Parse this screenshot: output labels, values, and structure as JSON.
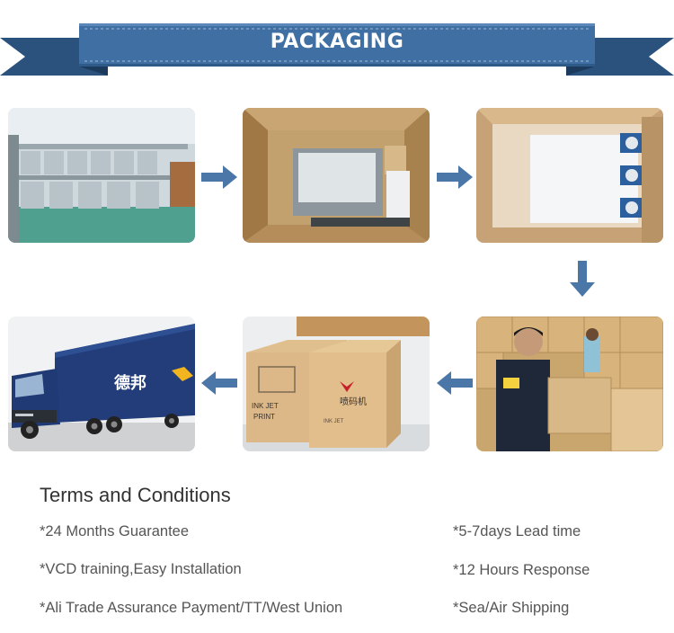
{
  "banner": {
    "title": "PACKAGING"
  },
  "photos": [
    {
      "caption": "warehouse"
    },
    {
      "caption": "machine-in-box"
    },
    {
      "caption": "foam-packed-box"
    },
    {
      "caption": "workers-packing"
    },
    {
      "caption": "boxed-machines",
      "box_text_1": "INK JET",
      "box_text_2": "PRINT",
      "box_text_3": "喷码机",
      "box_text_4": "INK JET"
    },
    {
      "caption": "truck",
      "truck_text": "德邦"
    }
  ],
  "terms": {
    "title": "Terms and Conditions",
    "left": [
      "*24 Months Guarantee",
      "*VCD training,Easy Installation",
      "*Ali Trade Assurance Payment/TT/West Union"
    ],
    "right": [
      "*5-7days Lead time",
      "*12 Hours Response",
      "*Sea/Air Shipping"
    ]
  },
  "colors": {
    "banner": "#3f6fa3",
    "banner_dark": "#2b527d",
    "arrow": "#4a77a8"
  }
}
